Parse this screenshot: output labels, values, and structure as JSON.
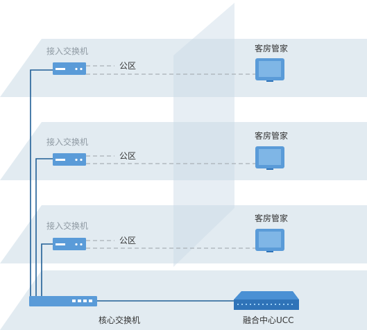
{
  "floors": [
    {
      "access_switch_label": "接入交换机",
      "public_area_label": "公区",
      "room_steward_label": "客房管家"
    },
    {
      "access_switch_label": "接入交换机",
      "public_area_label": "公区",
      "room_steward_label": "客房管家"
    },
    {
      "access_switch_label": "接入交换机",
      "public_area_label": "公区",
      "room_steward_label": "客房管家"
    }
  ],
  "core": {
    "core_switch_label": "核心交换机",
    "ucc_label": "融合中心UCC"
  },
  "colors": {
    "plane_fill": "#dde8ef",
    "trunk_line": "#1f5e96",
    "dashed_line": "#a8b0b6",
    "device_blue": "#5a9bd8",
    "device_dark": "#2f73b8"
  },
  "icons": [
    "access-switch-icon",
    "monitor-icon",
    "core-switch-icon",
    "server-rack-icon"
  ]
}
